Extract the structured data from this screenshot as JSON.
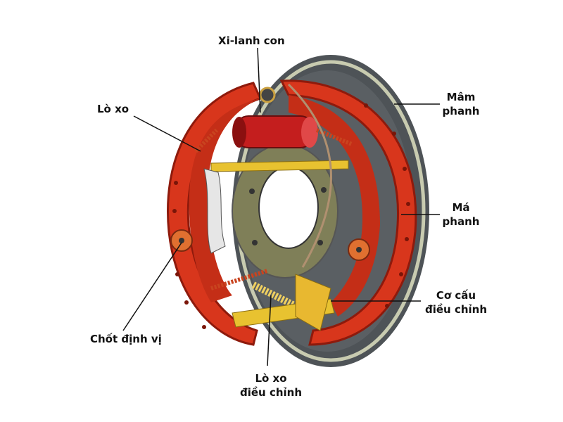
{
  "labels": {
    "wheel_cylinder": "Xi-lanh con",
    "spring": "Lò xo",
    "backing_plate_1": "Mâm",
    "backing_plate_2": "phanh",
    "brake_shoe_1": "Má",
    "brake_shoe_2": "phanh",
    "hold_down_pin": "Chốt định vị",
    "adjuster_1": "Cơ cấu",
    "adjuster_2": "điều chỉnh",
    "adjuster_spring_1": "Lò xo",
    "adjuster_spring_2": "điều chỉnh"
  },
  "colors": {
    "shoe": "#d8361c",
    "shoe_dark": "#9c1a0c",
    "plate": "#555a5e",
    "rim": "#c8cbb0",
    "hub": "#7f7f58",
    "spring": "#c9441f",
    "yellow": "#e8c230"
  }
}
